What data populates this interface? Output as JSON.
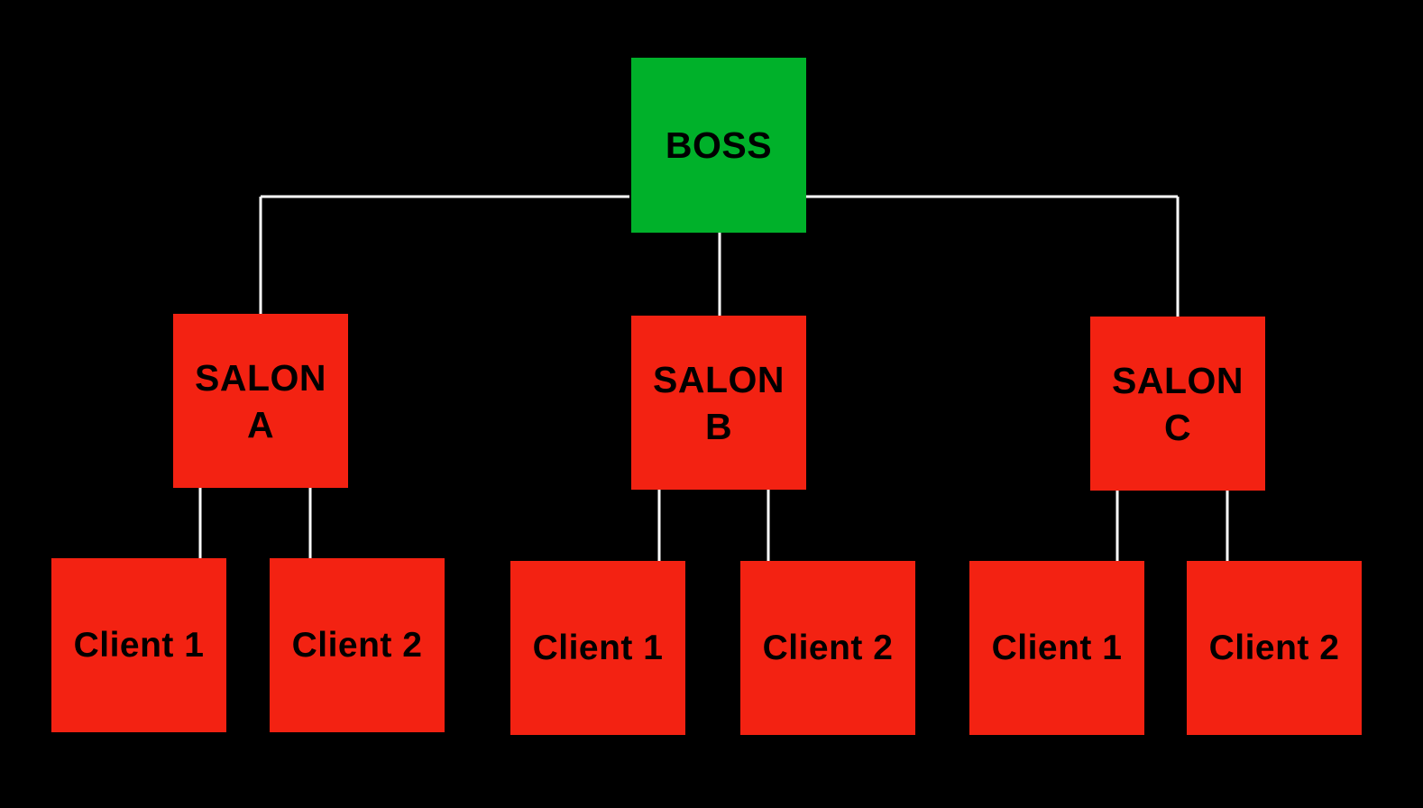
{
  "colors": {
    "background": "#000000",
    "root": "#00b12a",
    "child": "#f32212",
    "connector": "#ffffff",
    "text": "#000000"
  },
  "nodes": {
    "boss": {
      "label": "BOSS"
    },
    "salon_a": {
      "label": "SALON\nA"
    },
    "salon_b": {
      "label": "SALON\nB"
    },
    "salon_c": {
      "label": "SALON\nC"
    },
    "a_client_1": {
      "label": "Client 1"
    },
    "a_client_2": {
      "label": "Client 2"
    },
    "b_client_1": {
      "label": "Client 1"
    },
    "b_client_2": {
      "label": "Client 2"
    },
    "c_client_1": {
      "label": "Client 1"
    },
    "c_client_2": {
      "label": "Client 2"
    }
  },
  "edges": [
    [
      "boss",
      "salon_a"
    ],
    [
      "boss",
      "salon_b"
    ],
    [
      "boss",
      "salon_c"
    ],
    [
      "salon_a",
      "a_client_1"
    ],
    [
      "salon_a",
      "a_client_2"
    ],
    [
      "salon_b",
      "b_client_1"
    ],
    [
      "salon_b",
      "b_client_2"
    ],
    [
      "salon_c",
      "c_client_1"
    ],
    [
      "salon_c",
      "c_client_2"
    ]
  ]
}
